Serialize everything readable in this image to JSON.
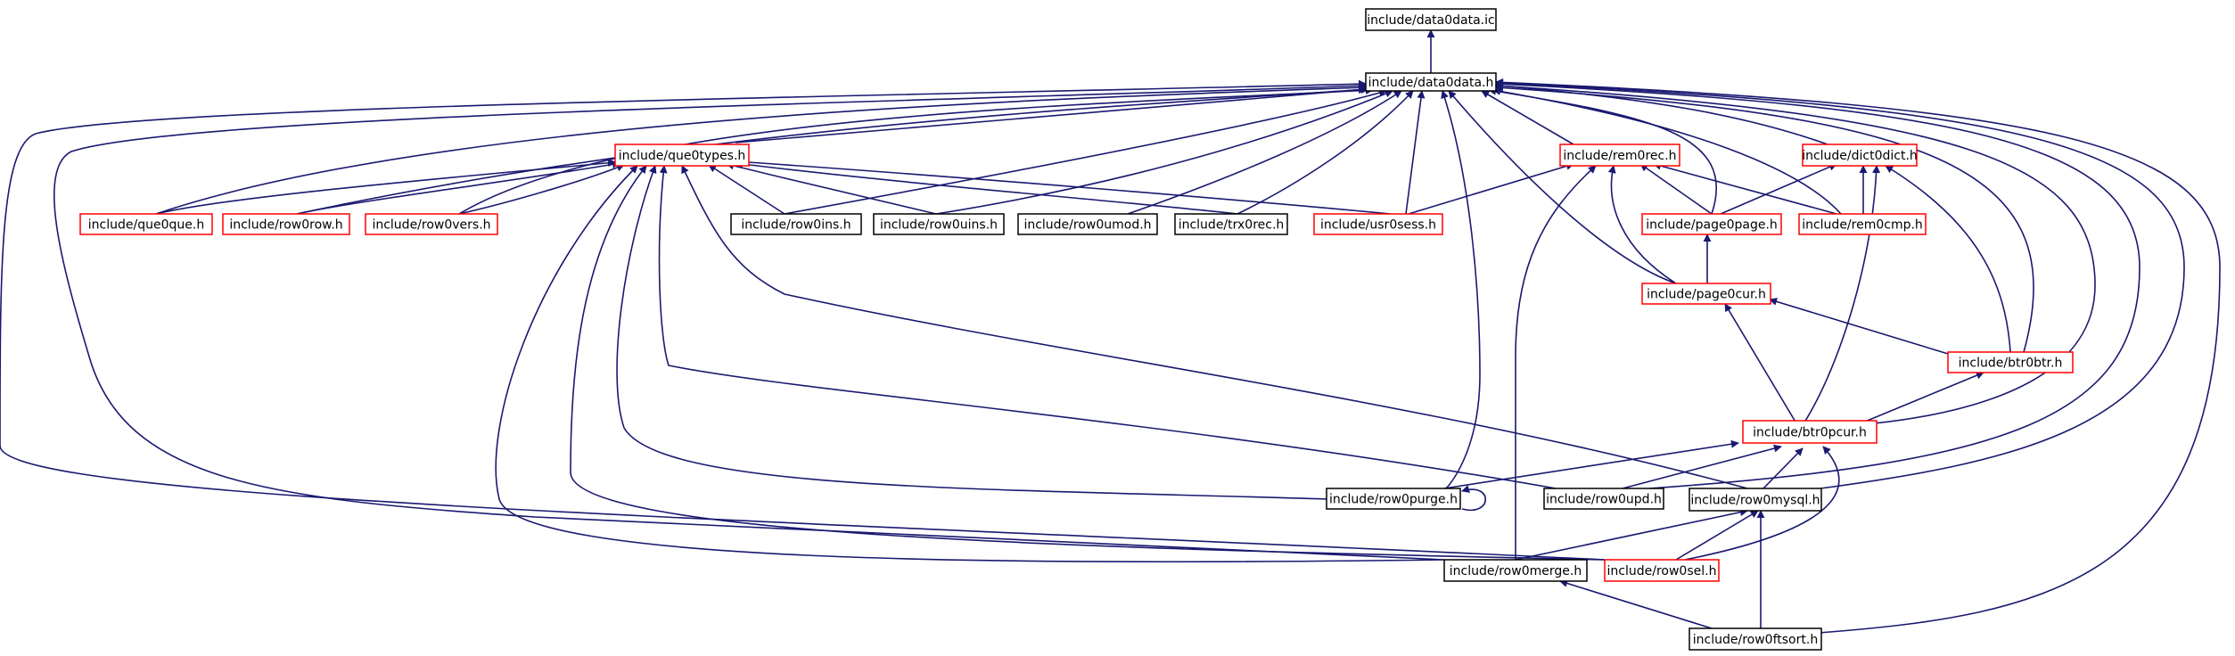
{
  "colors": {
    "edge": "#191970",
    "normal_border": "#000000",
    "red_border": "#ff0000",
    "root_fill": "#bfbfbf",
    "background": "#ffffff"
  },
  "nodes": {
    "data0data_ic": {
      "label": "include/data0data.ic",
      "style": "root"
    },
    "data0data_h": {
      "label": "include/data0data.h",
      "style": "normal"
    },
    "que0types_h": {
      "label": "include/que0types.h",
      "style": "red"
    },
    "rem0rec_h": {
      "label": "include/rem0rec.h",
      "style": "red"
    },
    "dict0dict_h": {
      "label": "include/dict0dict.h",
      "style": "red"
    },
    "que0que_h": {
      "label": "include/que0que.h",
      "style": "red"
    },
    "row0row_h": {
      "label": "include/row0row.h",
      "style": "red"
    },
    "row0vers_h": {
      "label": "include/row0vers.h",
      "style": "red"
    },
    "row0ins_h": {
      "label": "include/row0ins.h",
      "style": "normal"
    },
    "row0uins_h": {
      "label": "include/row0uins.h",
      "style": "normal"
    },
    "row0umod_h": {
      "label": "include/row0umod.h",
      "style": "normal"
    },
    "trx0rec_h": {
      "label": "include/trx0rec.h",
      "style": "normal"
    },
    "usr0sess_h": {
      "label": "include/usr0sess.h",
      "style": "red"
    },
    "page0page_h": {
      "label": "include/page0page.h",
      "style": "red"
    },
    "rem0cmp_h": {
      "label": "include/rem0cmp.h",
      "style": "red"
    },
    "page0cur_h": {
      "label": "include/page0cur.h",
      "style": "red"
    },
    "btr0btr_h": {
      "label": "include/btr0btr.h",
      "style": "red"
    },
    "btr0pcur_h": {
      "label": "include/btr0pcur.h",
      "style": "red"
    },
    "row0purge_h": {
      "label": "include/row0purge.h",
      "style": "normal"
    },
    "row0upd_h": {
      "label": "include/row0upd.h",
      "style": "normal"
    },
    "row0mysql_h": {
      "label": "include/row0mysql.h",
      "style": "normal"
    },
    "row0merge_h": {
      "label": "include/row0merge.h",
      "style": "normal"
    },
    "row0sel_h": {
      "label": "include/row0sel.h",
      "style": "red"
    },
    "row0ftsort_h": {
      "label": "include/row0ftsort.h",
      "style": "normal"
    }
  }
}
